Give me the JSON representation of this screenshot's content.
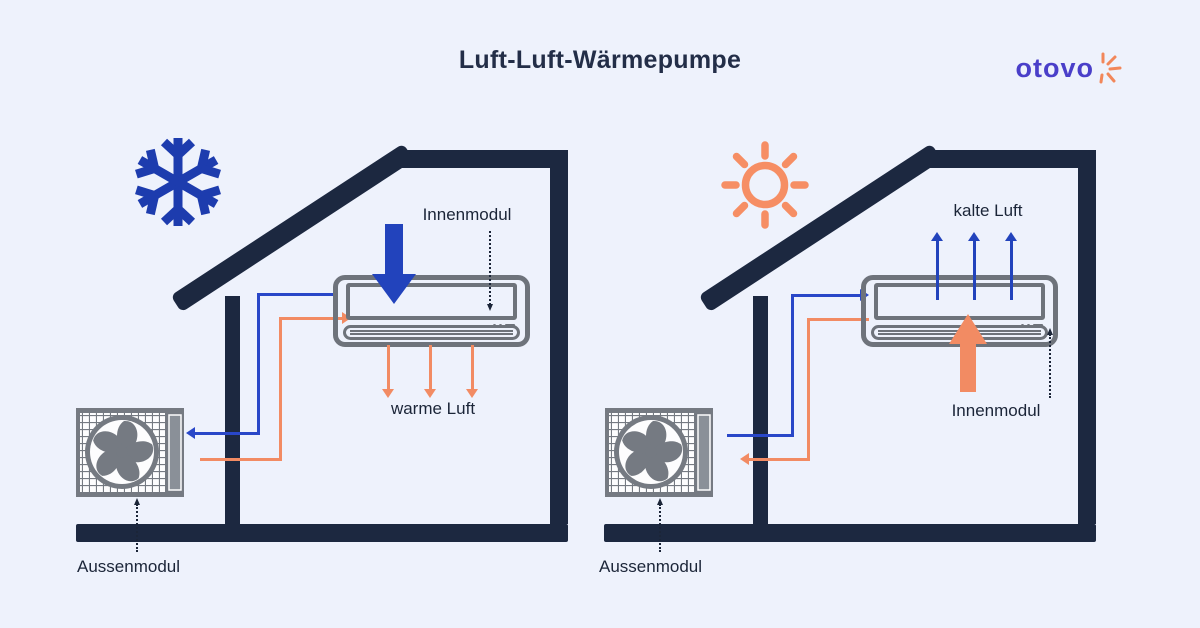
{
  "header": {
    "title": "Luft-Luft-Wärmepumpe",
    "logo_text": "otovo"
  },
  "scenes": [
    {
      "season": "winter",
      "season_icon": "snowflake-icon",
      "indoor_module_label": "Innenmodul",
      "air_flow_label": "warme Luft",
      "outdoor_module_label": "Aussenmodul",
      "indoor_airflow": "warm air blown downward into room",
      "pipe_flow": "orange warm line into indoor unit, blue cold line out to outdoor unit"
    },
    {
      "season": "summer",
      "season_icon": "sun-icon",
      "indoor_module_label": "Innenmodul",
      "air_flow_label": "kalte Luft",
      "outdoor_module_label": "Aussenmodul",
      "indoor_airflow": "warm room air drawn in below, cold air blown upward",
      "pipe_flow": "blue cold line into indoor unit, orange warm line out to outdoor unit"
    }
  ],
  "colors": {
    "background": "#EEF2FC",
    "house_navy": "#1C2840",
    "title_navy": "#232E48",
    "arrow_blue": "#2243BC",
    "pipe_blue": "#2947C8",
    "snowflake_blue": "#1D3CAE",
    "orange": "#F28B63",
    "sun_orange": "#F68E64",
    "unit_gray": "#6E737B",
    "outdoor_unit_gray": "#757A82",
    "logo_indigo": "#4A3FC9"
  }
}
